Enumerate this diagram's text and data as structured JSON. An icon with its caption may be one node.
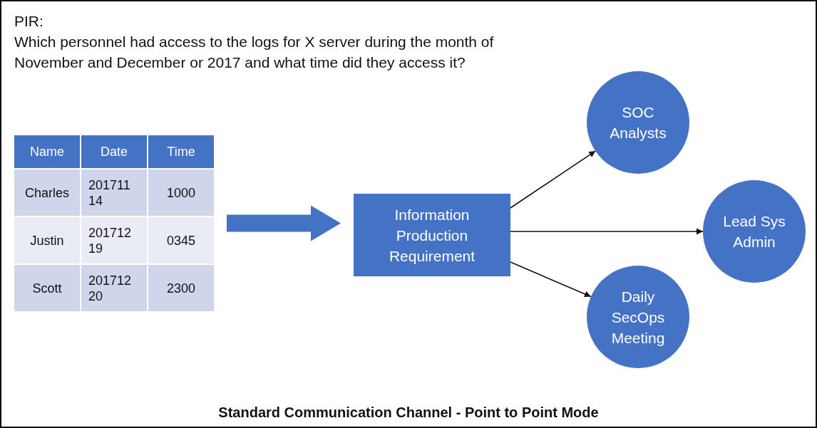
{
  "diagram": {
    "caption": "Standard Communication Channel - Point to Point Mode",
    "nodes": [
      {
        "text": [
          "Name",
          "Date",
          "Time",
          "Charles",
          "201711 14",
          "1000",
          "Justin",
          "201712 19",
          "0345",
          "Scott",
          "201712 20",
          "2300"
        ]
      },
      {
        "text": [
          "Information Production Requirement"
        ]
      },
      {
        "text": [
          "SOC Analysts"
        ]
      },
      {
        "text": [
          "Lead Sys Admin"
        ]
      },
      {
        "text": [
          "Daily SecOps Meeting"
        ]
      }
    ],
    "edges": [
      {
        "from": 0,
        "to": 1,
        "arrow": "to",
        "style": "thick",
        "color": "#4472c4"
      },
      {
        "from": 1,
        "to": 2,
        "arrow": "to"
      },
      {
        "from": 1,
        "to": 3,
        "arrow": "to"
      },
      {
        "from": 1,
        "to": 4,
        "arrow": "to"
      }
    ],
    "labels": [
      "PIR:",
      "Which personnel had access to the logs for X server during the month of November and December or 2017 and what time did they access it?"
    ]
  }
}
